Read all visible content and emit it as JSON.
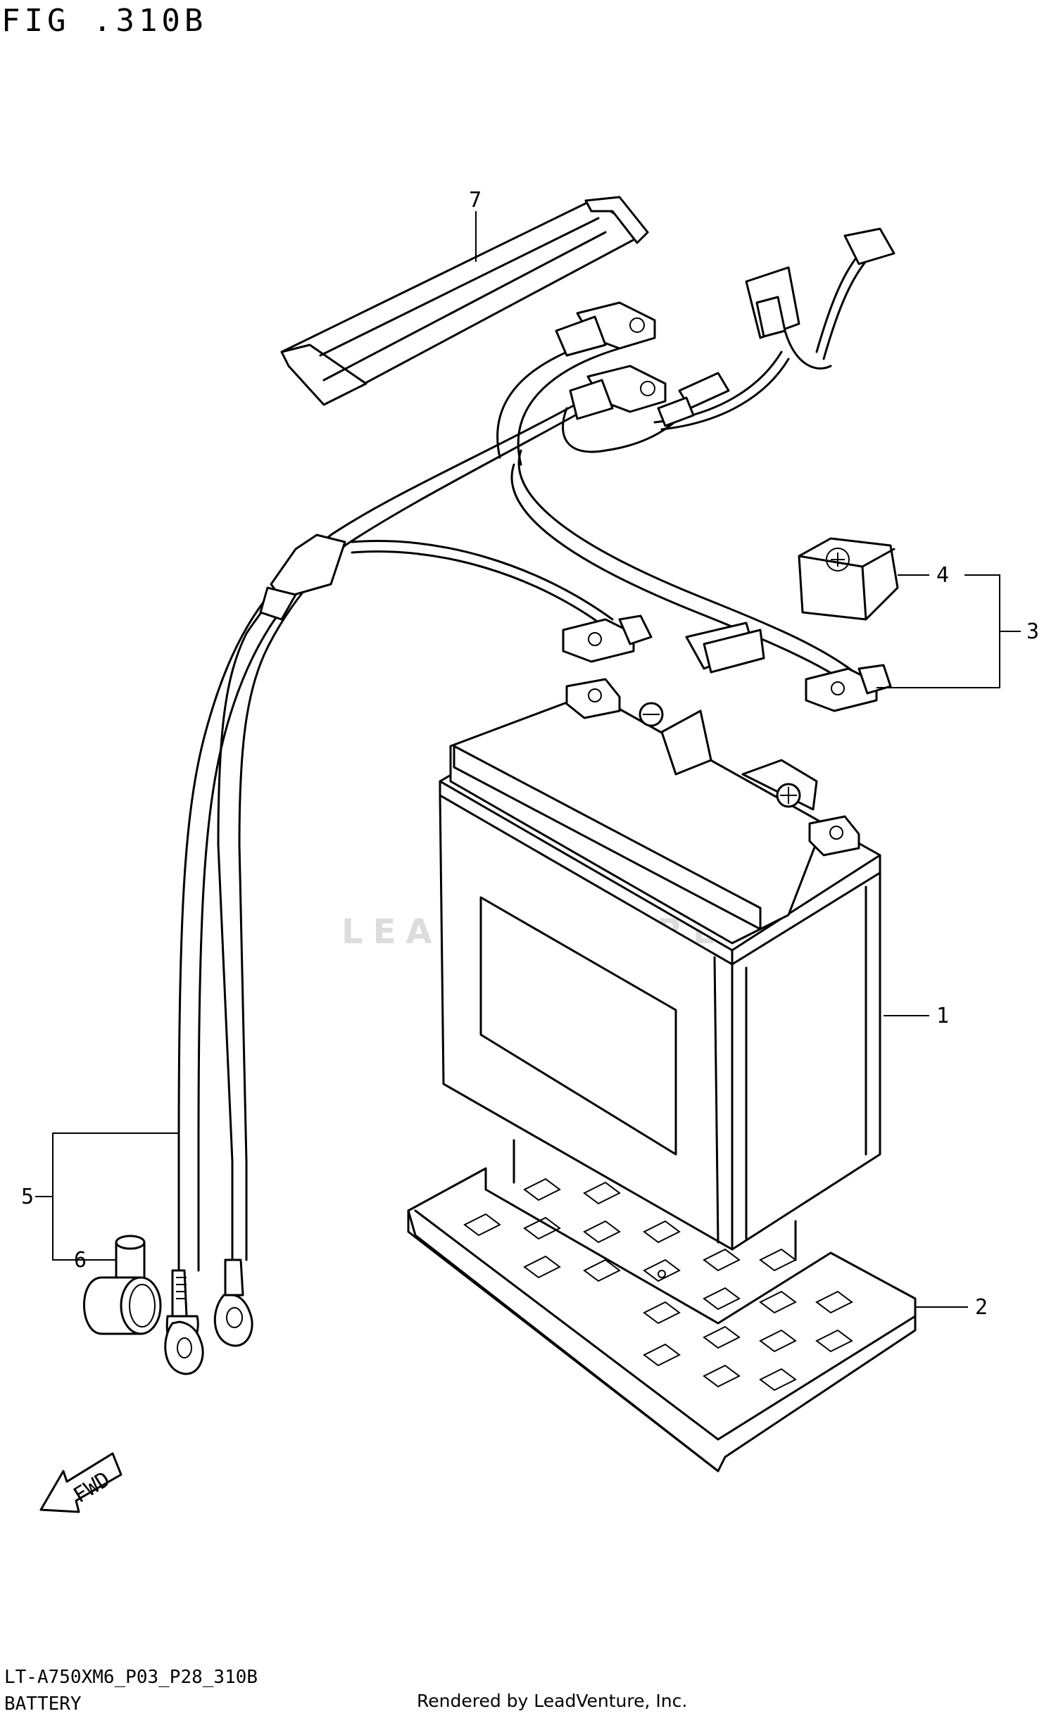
{
  "header": {
    "figure_title": "FIG .310B"
  },
  "footer": {
    "model_code": "LT-A750XM6_P03_P28_310B",
    "section_name": "BATTERY",
    "credit": "Rendered by LeadVenture, Inc."
  },
  "watermark": "LEADVENTURE",
  "callouts": [
    "1",
    "2",
    "3",
    "4",
    "5",
    "6",
    "7"
  ],
  "fwd_label": "FWD"
}
